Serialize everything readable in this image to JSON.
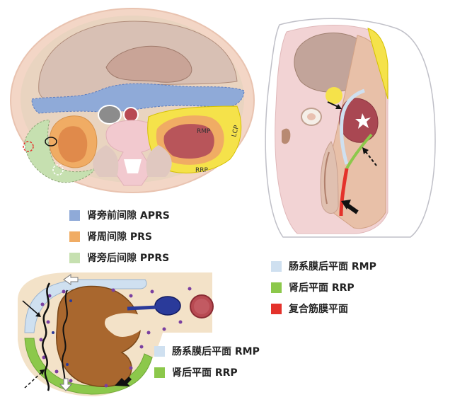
{
  "panels": {
    "axial": {
      "labels": {
        "rmp": "RMP",
        "lcp": "LCP",
        "rrp": "RRP"
      }
    }
  },
  "legend_top": [
    {
      "label": "肾旁前间隙 APRS",
      "color": "#8faad8"
    },
    {
      "label": "肾周间隙 PRS",
      "color": "#f0ac64"
    },
    {
      "label": "肾旁后间隙 PPRS",
      "color": "#c6e0b0"
    }
  ],
  "legend_right": [
    {
      "label": "肠系膜后平面 RMP",
      "color": "#cfe0f0"
    },
    {
      "label": "肾后平面 RRP",
      "color": "#8cc84b"
    },
    {
      "label": "复合筋膜平面",
      "color": "#e4322b"
    }
  ],
  "legend_bottom": [
    {
      "label": "肠系膜后平面 RMP",
      "color": "#cfe0f0"
    },
    {
      "label": "肾后平面 RRP",
      "color": "#8cc84b"
    }
  ]
}
